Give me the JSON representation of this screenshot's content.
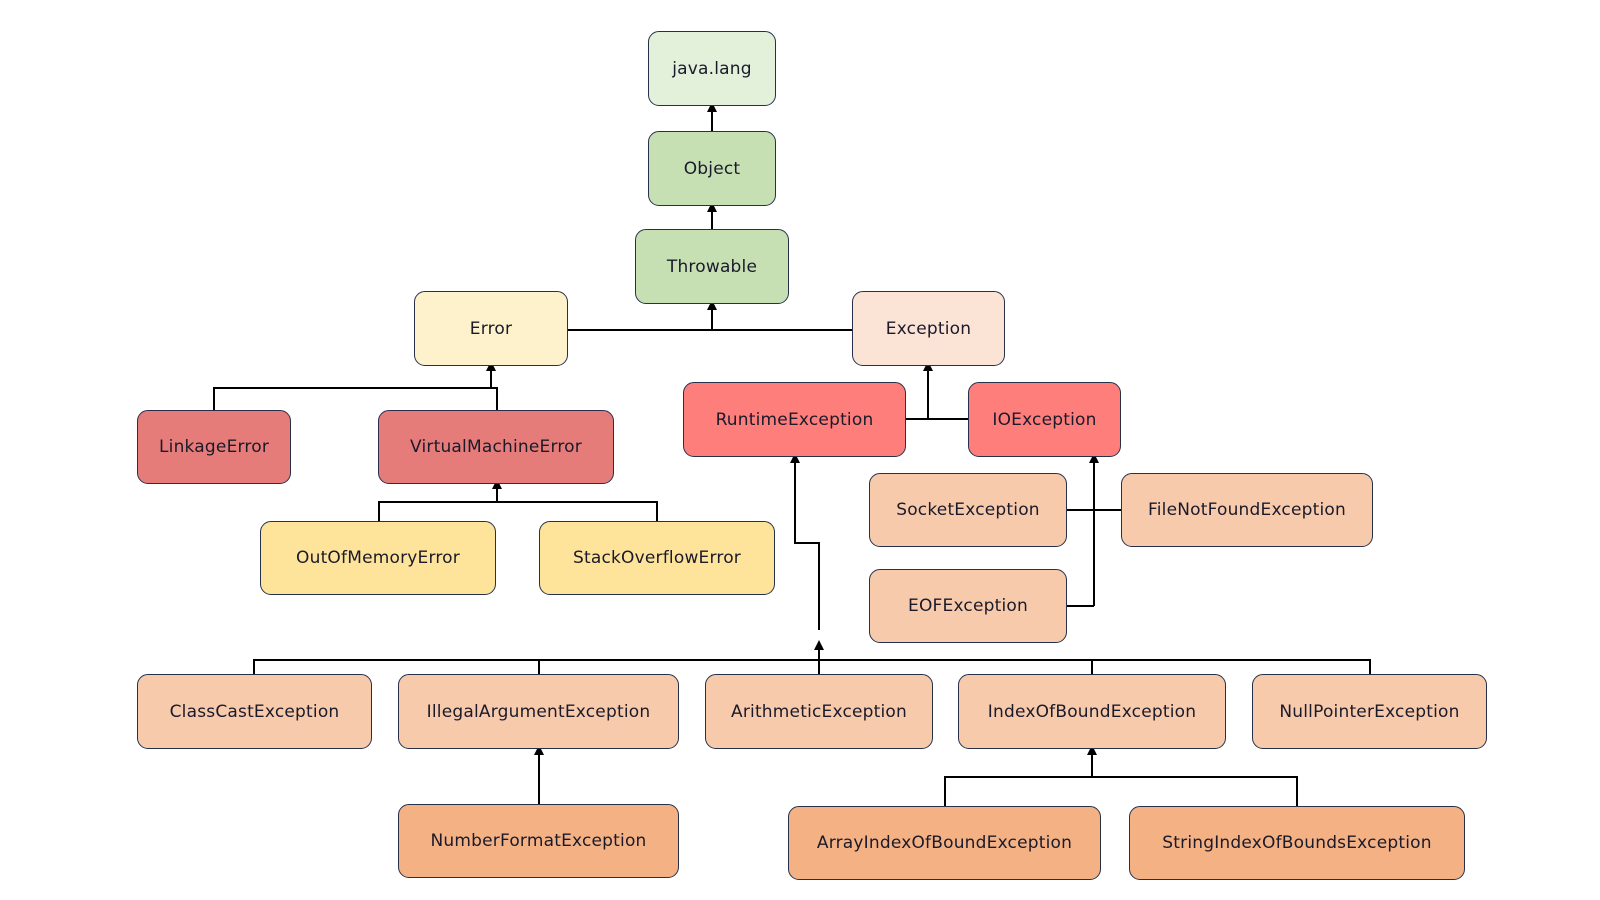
{
  "nodes": {
    "java_lang": "java.lang",
    "object": "Object",
    "throwable": "Throwable",
    "error": "Error",
    "exception": "Exception",
    "linkage_error": "LinkageError",
    "virtual_machine_error": "VirtualMachineError",
    "runtime_exception": "RuntimeException",
    "io_exception": "IOException",
    "out_of_memory_error": "OutOfMemoryError",
    "stack_overflow_error": "StackOverflowError",
    "socket_exception": "SocketException",
    "file_not_found_exception": "FileNotFoundException",
    "eof_exception": "EOFException",
    "class_cast_exception": "ClassCastException",
    "illegal_argument_exception": "IllegalArgumentException",
    "arithmetic_exception": "ArithmeticException",
    "index_of_bound_exception": "IndexOfBoundException",
    "null_pointer_exception": "NullPointerException",
    "number_format_exception": "NumberFormatException",
    "array_index_of_bound_exception": "ArrayIndexOfBoundException",
    "string_index_of_bounds_exception": "StringIndexOfBoundsException"
  },
  "colors": {
    "java_lang": "#e3f0da",
    "object_throwable": "#c6e0b4",
    "error": "#fef2cc",
    "exception": "#fbe4d6",
    "error_subclasses": "#e57c7a",
    "exception_subclasses": "#fe7e7b",
    "vm_errors": "#fee49a",
    "exceptions_level3": "#f7caac",
    "exceptions_level4": "#f4b183",
    "border": "#27304a"
  }
}
